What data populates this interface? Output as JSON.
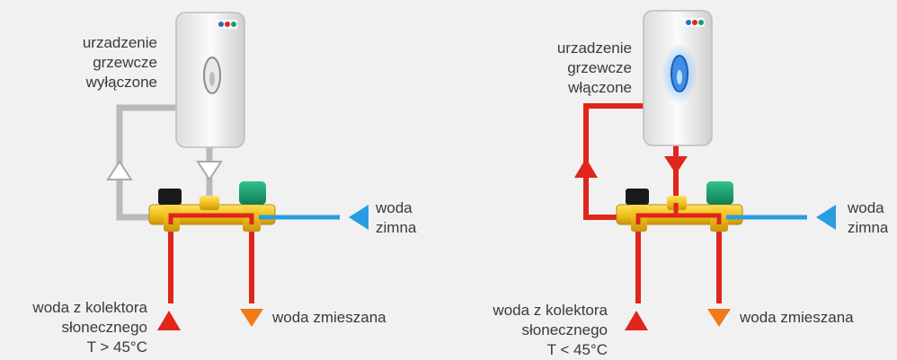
{
  "left": {
    "heater_label": [
      "urzadzenie",
      "grzewcze",
      "wyłączone"
    ],
    "cold_label": [
      "woda",
      "zimna"
    ],
    "collector_label": [
      "woda z kolektora",
      "słonecznego",
      "T > 45°C"
    ],
    "mixed_label": "woda zmieszana",
    "heater_state": "off"
  },
  "right": {
    "heater_label": [
      "urzadzenie",
      "grzewcze",
      "włączone"
    ],
    "cold_label": [
      "woda",
      "zimna"
    ],
    "collector_label": [
      "woda z kolektora",
      "słonecznego",
      "T < 45°C"
    ],
    "mixed_label": "woda zmieszana",
    "heater_state": "on"
  },
  "colors": {
    "hot": "#e0261b",
    "cold": "#2a9de0",
    "mixed": "#f07a1a",
    "brass": "#f2c21a",
    "pipe_gray": "#b9b9b9",
    "valve_green": "#1e9b6e",
    "valve_black": "#1a1a1a"
  }
}
